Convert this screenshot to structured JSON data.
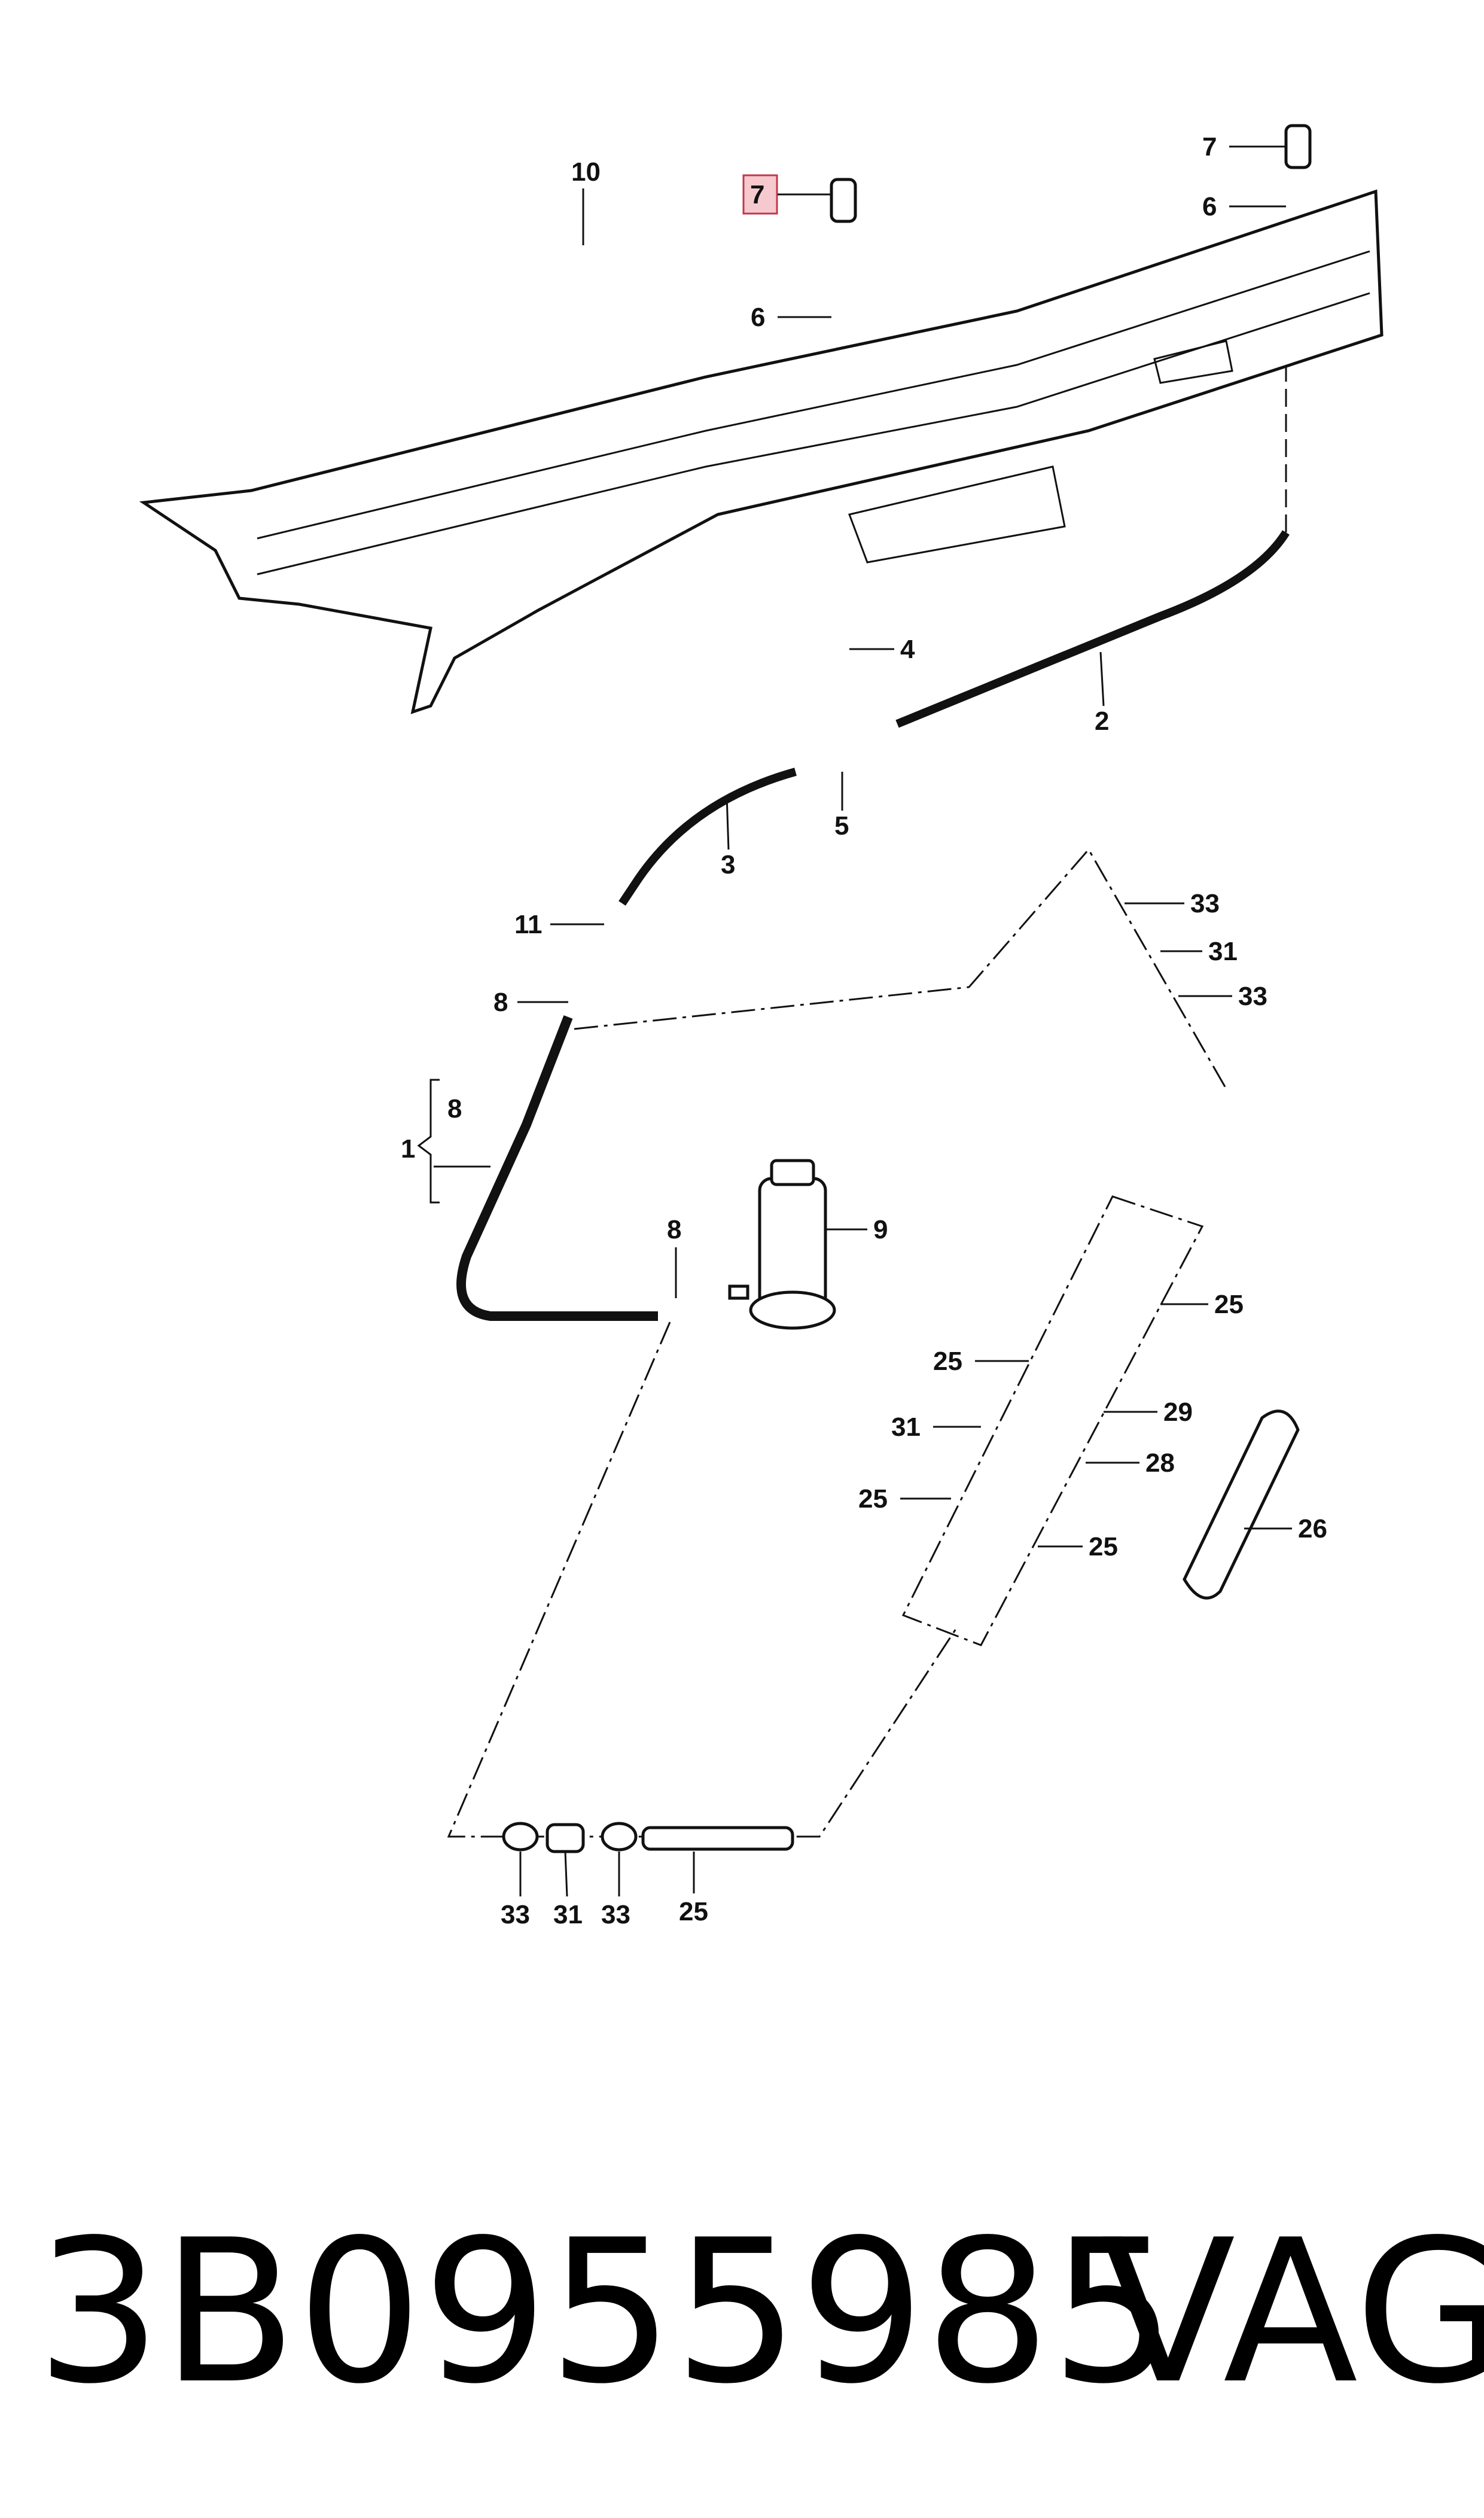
{
  "callouts": {
    "c1": "1",
    "c2": "2",
    "c3": "3",
    "c4": "4",
    "c5": "5",
    "c6a": "6",
    "c6b": "6",
    "c7a": "7",
    "c7b": "7",
    "c8a": "8",
    "c8b": "8",
    "c8c": "8",
    "c9": "9",
    "c10": "10",
    "c11": "11",
    "c25a": "25",
    "c25b": "25",
    "c25c": "25",
    "c25d": "25",
    "c25e": "25",
    "c26": "26",
    "c28": "28",
    "c29": "29",
    "c31a": "31",
    "c31b": "31",
    "c31c": "31",
    "c33a": "33",
    "c33b": "33",
    "c33c": "33",
    "c33d": "33"
  },
  "highlight_color": "#f6c9cf",
  "footer": {
    "part_number": "3B0955985",
    "brand": "VAG"
  }
}
